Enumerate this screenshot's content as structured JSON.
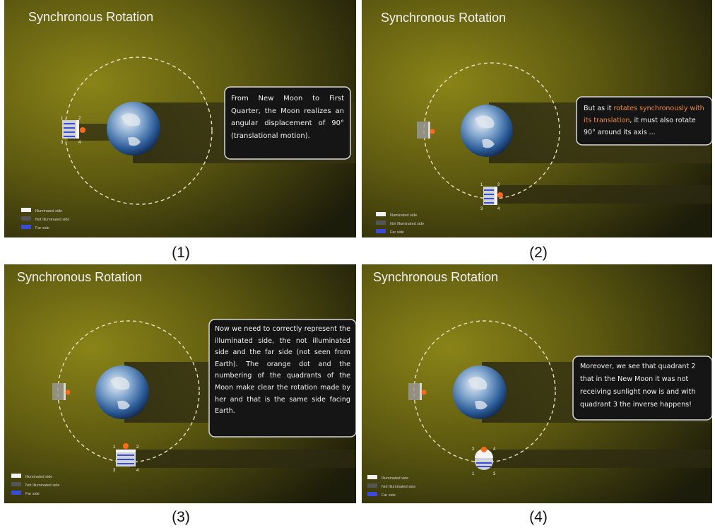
{
  "panels": [
    {
      "id": "p1",
      "title": "Synchronous Rotation",
      "caption": "(1)",
      "text": "From New Moon to First Quarter, the Moon realizes an angular displacement of 90° (translational motion).",
      "quadrant_labels": [
        "1",
        "2",
        "3",
        "4"
      ]
    },
    {
      "id": "p2",
      "title": "Synchronous Rotation",
      "caption": "(2)",
      "text_before": "But as it ",
      "text_highlight": "rotates synchronously with its translation",
      "text_after": ", it must also rotate 90° around its axis ...",
      "quadrant_labels": [
        "1",
        "2",
        "3",
        "4"
      ]
    },
    {
      "id": "p3",
      "title": "Synchronous Rotation",
      "caption": "(3)",
      "text": "Now we need to correctly represent the illuminated side, the not illuminated side and the far side (not seen from Earth). The orange dot and the numbering of the quadrants of the Moon make clear the rotation made by her and that is the same side facing Earth.",
      "quadrant_labels": [
        "1",
        "2",
        "3",
        "4"
      ]
    },
    {
      "id": "p4",
      "title": "Synchronous Rotation",
      "caption": "(4)",
      "text": "Moreover, we see that quadrant 2 that in the New Moon it was not receiving sunlight now is and with quadrant 3 the inverse  happens!",
      "quadrant_labels": [
        "1",
        "2",
        "3",
        "4"
      ]
    }
  ],
  "legend": {
    "illuminated": "Illuminated side",
    "not_illuminated": "Not Illuminated side",
    "far": "Far side"
  },
  "colors": {
    "highlight": "#f08a3c",
    "orange_dot": "#ff6a1a",
    "orbit": "#e8e2c8",
    "far_side": "#3a4bd6"
  }
}
